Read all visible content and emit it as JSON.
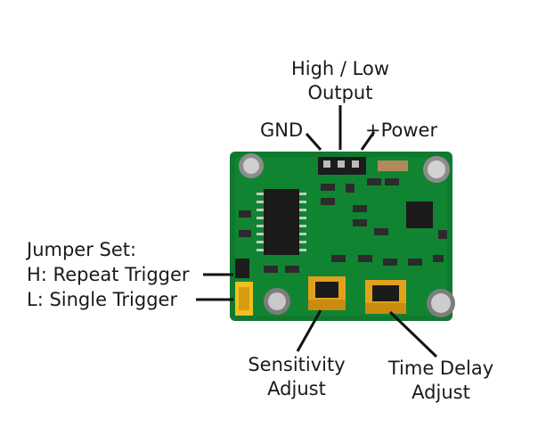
{
  "labels": {
    "output_line1": "High / Low",
    "output_line2": "Output",
    "gnd": "GND",
    "power": "+Power",
    "jumper_title": "Jumper Set:",
    "jumper_h": "H: Repeat Trigger",
    "jumper_l": "L: Single Trigger",
    "sensitivity_line1": "Sensitivity",
    "sensitivity_line2": "Adjust",
    "time_line1": "Time Delay",
    "time_line2": "Adjust"
  },
  "colors": {
    "pcb": "#0f7a2e",
    "pcb_dark": "#0a5a20",
    "potentiometer": "#e0a21a",
    "header_pins": "#1c1c1c",
    "leader_lines": "#111111"
  }
}
